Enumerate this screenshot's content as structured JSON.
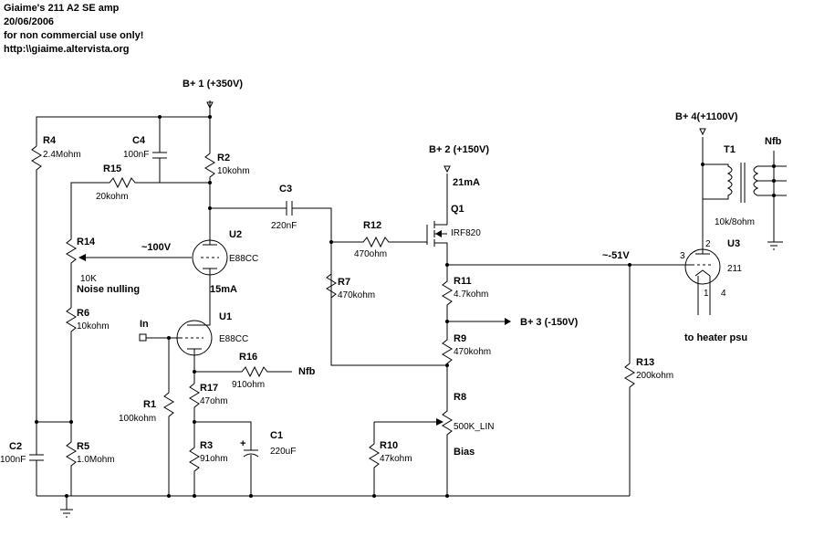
{
  "header": {
    "line1": "Giaime's 211 A2 SE amp",
    "line2": "20/06/2006",
    "line3": "for non commercial use only!",
    "line4": "http:\\\\giaime.altervista.org"
  },
  "rails": {
    "b1": "B+ 1 (+350V)",
    "b2": "B+ 2 (+150V)",
    "b3": "B+ 3 (-150V)",
    "b4": "B+ 4(+1100V)"
  },
  "components": {
    "r1": {
      "ref": "R1",
      "value": "100kohm"
    },
    "r2": {
      "ref": "R2",
      "value": "10kohm"
    },
    "r3": {
      "ref": "R3",
      "value": "91ohm"
    },
    "r4": {
      "ref": "R4",
      "value": "2.4Mohm"
    },
    "r5": {
      "ref": "R5",
      "value": "1.0Mohm"
    },
    "r6": {
      "ref": "R6",
      "value": "10kohm"
    },
    "r7": {
      "ref": "R7",
      "value": "470kohm"
    },
    "r8": {
      "ref": "R8",
      "value": "500K_LIN"
    },
    "r9": {
      "ref": "R9",
      "value": "470kohm"
    },
    "r10": {
      "ref": "R10",
      "value": "47kohm"
    },
    "r11": {
      "ref": "R11",
      "value": "4.7kohm"
    },
    "r12": {
      "ref": "R12",
      "value": "470ohm"
    },
    "r13": {
      "ref": "R13",
      "value": "200kohm"
    },
    "r14": {
      "ref": "R14",
      "value": "10K"
    },
    "r15": {
      "ref": "R15",
      "value": "20kohm"
    },
    "r16": {
      "ref": "R16",
      "value": "910ohm"
    },
    "r17": {
      "ref": "R17",
      "value": "47ohm"
    },
    "c1": {
      "ref": "C1",
      "value": "220uF"
    },
    "c2": {
      "ref": "C2",
      "value": "100nF"
    },
    "c3": {
      "ref": "C3",
      "value": "220nF"
    },
    "c4": {
      "ref": "C4",
      "value": "100nF"
    },
    "u1": {
      "ref": "U1",
      "value": "E88CC"
    },
    "u2": {
      "ref": "U2",
      "value": "E88CC"
    },
    "u3": {
      "ref": "U3",
      "value": "211"
    },
    "q1": {
      "ref": "Q1",
      "value": "IRF820"
    },
    "t1": {
      "ref": "T1",
      "value": "10k/8ohm"
    }
  },
  "annotations": {
    "v100": "~100V",
    "v51": "~-51V",
    "ma21": "21mA",
    "ma15": "15mA",
    "noise": "Noise nulling",
    "input": "In",
    "nfb1": "Nfb",
    "nfb2": "Nfb",
    "bias": "Bias",
    "heater": "to heater psu",
    "pin1": "1",
    "pin2": "2",
    "pin3": "3",
    "pin4": "4"
  }
}
